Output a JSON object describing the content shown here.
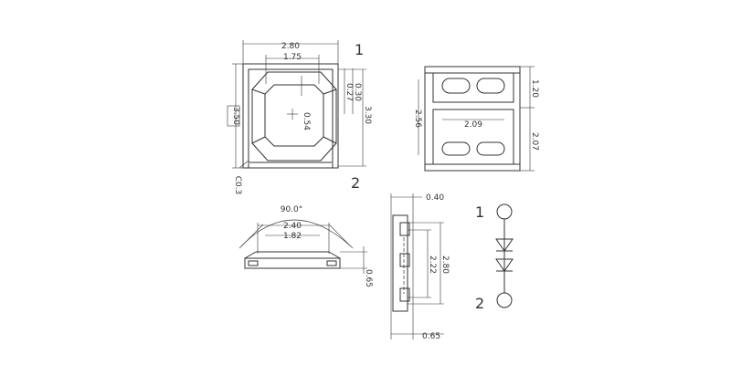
{
  "top_view": {
    "width": "2.80",
    "inner_width": "1.75",
    "height": "3.50",
    "offset_a": "0.27",
    "offset_b": "0.30",
    "inner_height": "3.30",
    "center_offset": "0.54",
    "chamfer": "C0.3",
    "pin_1": "1",
    "pin_2": "2"
  },
  "bottom_view": {
    "pad_height": "1.20",
    "height": "2.56",
    "pad_width": "2.09",
    "pad_span": "2.07"
  },
  "front_view": {
    "angle": "90.0°",
    "width": "2.40",
    "lens_width": "1.82",
    "height": "0.65"
  },
  "side_view": {
    "top_offset": "0.40",
    "outer_height": "2.80",
    "inner_height": "2.22",
    "depth": "0.65"
  },
  "schematic": {
    "pin_1": "1",
    "pin_2": "2"
  }
}
